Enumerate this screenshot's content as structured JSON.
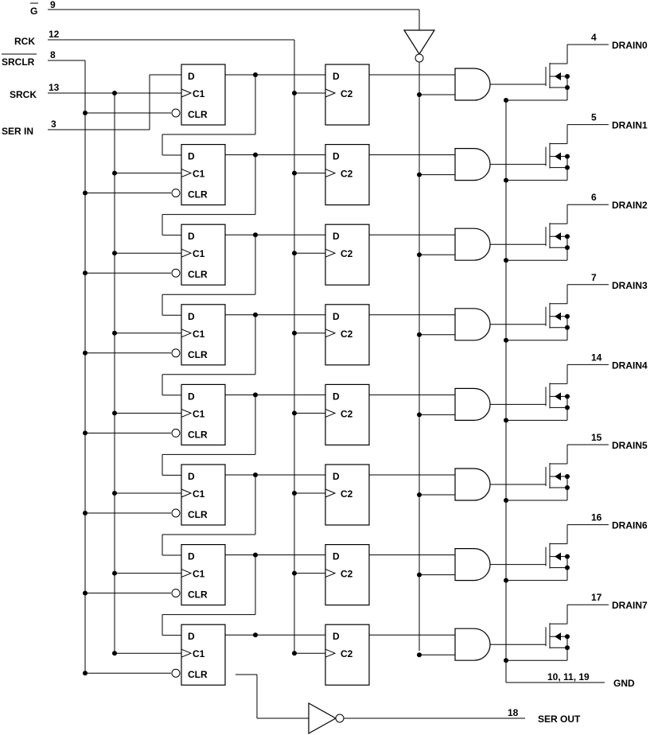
{
  "inputs": {
    "g": {
      "label": "G",
      "pin": "9"
    },
    "rck": {
      "label": "RCK",
      "pin": "12"
    },
    "srclr": {
      "label": "SRCLR",
      "pin": "8"
    },
    "srck": {
      "label": "SRCK",
      "pin": "13"
    },
    "ser_in": {
      "label": "SER IN",
      "pin": "3"
    }
  },
  "flipflop_labels": {
    "d": "D",
    "clk1": "C1",
    "clr": "CLR",
    "clk2": "C2"
  },
  "outputs": [
    {
      "label": "DRAIN0",
      "pin": "4"
    },
    {
      "label": "DRAIN1",
      "pin": "5"
    },
    {
      "label": "DRAIN2",
      "pin": "6"
    },
    {
      "label": "DRAIN3",
      "pin": "7"
    },
    {
      "label": "DRAIN4",
      "pin": "14"
    },
    {
      "label": "DRAIN5",
      "pin": "15"
    },
    {
      "label": "DRAIN6",
      "pin": "16"
    },
    {
      "label": "DRAIN7",
      "pin": "17"
    }
  ],
  "gnd": {
    "label": "GND",
    "pins": "10, 11, 19"
  },
  "ser_out": {
    "label": "SER OUT",
    "pin": "18"
  }
}
